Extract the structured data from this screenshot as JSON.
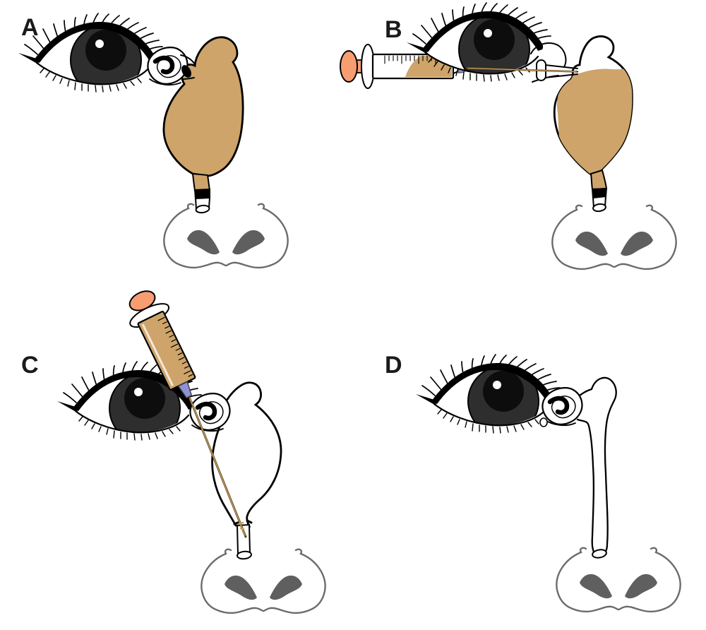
{
  "figure": {
    "panels": [
      {
        "label": "A"
      },
      {
        "label": "B"
      },
      {
        "label": "C"
      },
      {
        "label": "D"
      }
    ],
    "colors": {
      "background": "#ffffff",
      "outline": "#000000",
      "label_text": "#1a1a1a",
      "sac_fluid_tan": "#cea46a",
      "plunger_orange": "#f89d72",
      "hub_purple": "#8e92d8",
      "needle_brown": "#54411f",
      "needle_core_tan": "#c9a063",
      "nose_gray": "#6b6b6b",
      "nostril_gray": "#5f5f5f",
      "iris_gray": "#2e2e2e",
      "pupil_black": "#0d0d0d"
    }
  }
}
